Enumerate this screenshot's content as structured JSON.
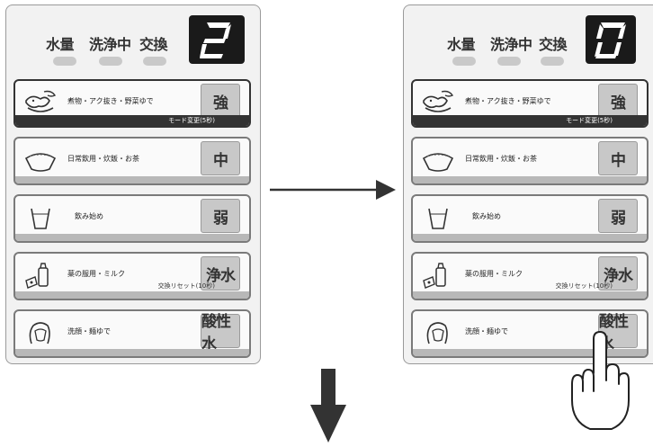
{
  "indicators": [
    {
      "label": "水量"
    },
    {
      "label": "洗浄中"
    },
    {
      "label": "交換"
    }
  ],
  "left_panel": {
    "display_digit": "2"
  },
  "right_panel": {
    "display_digit": "0"
  },
  "modes": [
    {
      "text": "煮物・アク抜き・野菜ゆで",
      "sub": "モード変更(5秒)",
      "button": "強",
      "icon": "fish-vegetable-icon"
    },
    {
      "text": "日常飲用・炊飯・お茶",
      "sub": "",
      "button": "中",
      "icon": "rice-bowl-icon"
    },
    {
      "text": "飲み始め",
      "sub": "",
      "button": "弱",
      "icon": "cup-icon"
    },
    {
      "text": "薬の服用・ミルク",
      "sub": "交換リセット(10秒)",
      "button": "浄水",
      "icon": "baby-bottle-icon"
    },
    {
      "text": "洗顔・麺ゆで",
      "sub": "",
      "button": "酸性水",
      "icon": "face-wash-icon"
    }
  ],
  "colors": {
    "active_bar": "#333333",
    "display_bg": "#1a1a1a",
    "button_bg": "#c8c8c8"
  }
}
